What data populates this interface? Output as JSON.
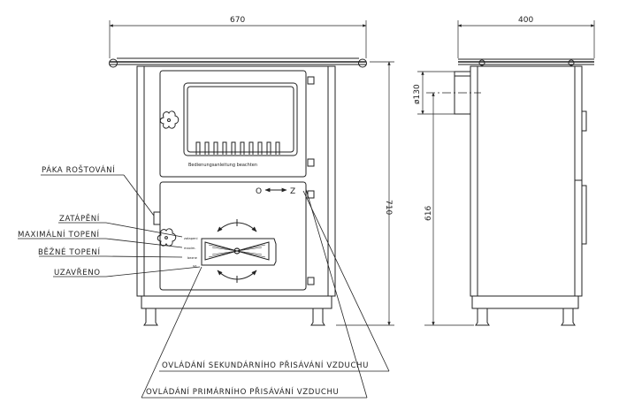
{
  "dimensions": {
    "width_front": "670",
    "width_side": "400",
    "height_total": "710",
    "height_flue": "616",
    "flue_diameter": "ø130"
  },
  "door_text": "Bedienungsanleitung beachten",
  "damper_marks": {
    "open": "O",
    "closed": "Z"
  },
  "control_marks": [
    "zatapeni",
    "maxim.",
    "bezne",
    "uz."
  ],
  "labels": {
    "grate_lever": "PÁKA ROŠTOVÁNÍ",
    "ignition": "ZATÁPĚNÍ",
    "max_heating": "MAXIMÁLNÍ TOPENÍ",
    "normal_heating": "BĚŽNÉ TOPENÍ",
    "closed": "UZAVŘENO",
    "secondary_air": "OVLÁDÁNÍ SEKUNDÁRNÍHO PŘISÁVÁNÍ VZDUCHU",
    "primary_air": "OVLÁDÁNÍ PRIMÁRNÍHO PŘISÁVÁNÍ VZDUCHU"
  }
}
